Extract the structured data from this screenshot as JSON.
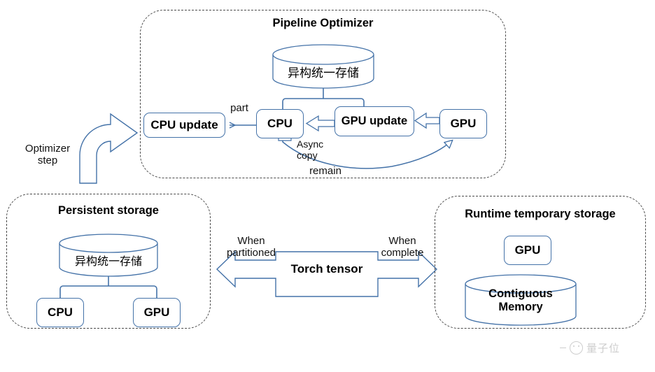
{
  "diagram": {
    "panels": {
      "pipeline": {
        "title": "Pipeline Optimizer",
        "storage_cylinder": "异构统一存储",
        "nodes": {
          "cpu_update": "CPU update",
          "cpu": "CPU",
          "gpu_update": "GPU update",
          "gpu": "GPU"
        },
        "edge_labels": {
          "part": "part",
          "async_copy_line1": "Async",
          "async_copy_line2": "copy",
          "remain": "remain"
        }
      },
      "persistent": {
        "title": "Persistent storage",
        "storage_cylinder": "异构统一存储",
        "nodes": {
          "cpu": "CPU",
          "gpu": "GPU"
        }
      },
      "runtime": {
        "title": "Runtime temporary storage",
        "nodes": {
          "gpu": "GPU"
        },
        "memory_cylinder_line1": "Contiguous",
        "memory_cylinder_line2": "Memory"
      }
    },
    "entry": {
      "optimizer_step_line1": "Optimizer",
      "optimizer_step_line2": "step"
    },
    "center": {
      "torch_tensor": "Torch tensor",
      "left_label_line1": "When",
      "left_label_line2": "partitioned",
      "right_label_line1": "When",
      "right_label_line2": "complete"
    },
    "watermark": {
      "text": "量子位"
    },
    "colors": {
      "stroke_blue": "#4472a8",
      "panel_dash": "#4a4a4a",
      "text": "#000000",
      "background": "#ffffff"
    }
  }
}
